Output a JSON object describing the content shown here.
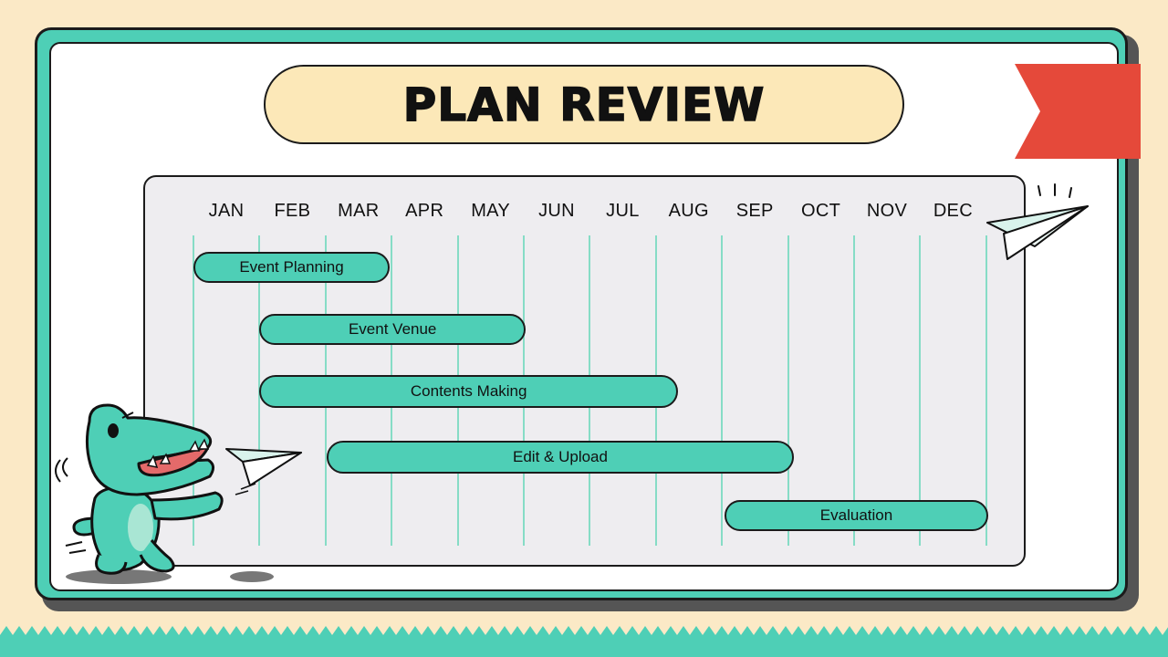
{
  "title": "PLAN REVIEW",
  "months": [
    "JAN",
    "FEB",
    "MAR",
    "APR",
    "MAY",
    "JUN",
    "JUL",
    "AUG",
    "SEP",
    "OCT",
    "NOV",
    "DEC"
  ],
  "tasks": [
    {
      "label": "Event Planning",
      "start_month": "JAN",
      "end_month": "MAR"
    },
    {
      "label": "Event Venue",
      "start_month": "FEB",
      "end_month": "MAY"
    },
    {
      "label": "Contents Making",
      "start_month": "FEB",
      "end_month": "JUL"
    },
    {
      "label": "Edit & Upload",
      "start_month": "MAR",
      "end_month": "SEP"
    },
    {
      "label": "Evaluation",
      "start_month": "AUG",
      "end_month": "DEC"
    }
  ],
  "colors": {
    "background": "#fbe9c6",
    "frame": "#4ecfb6",
    "bar": "#4ecfb6",
    "title_pill": "#fce8b8",
    "ribbon": "#e5493a",
    "gridline": "#86dcc6",
    "board": "#eeedf0"
  },
  "icons": [
    "red-ribbon-flag",
    "paper-plane-icon",
    "crocodile-mascot"
  ]
}
